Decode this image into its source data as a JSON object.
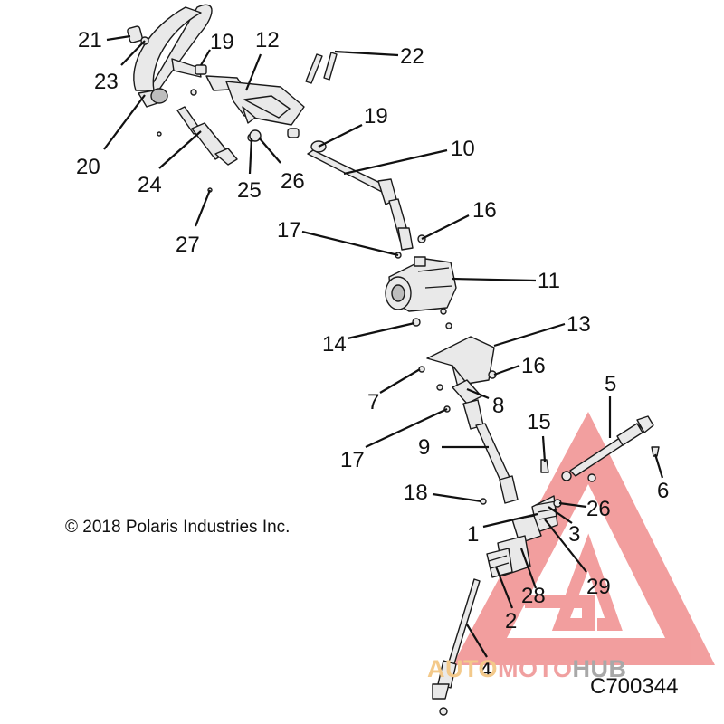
{
  "diagram": {
    "copyright": "© 2018 Polaris Industries Inc.",
    "code": "C700344",
    "callouts": [
      "21",
      "23",
      "19",
      "12",
      "22",
      "20",
      "24",
      "25",
      "26",
      "27",
      "19",
      "10",
      "16",
      "17",
      "11",
      "14",
      "13",
      "7",
      "16",
      "8",
      "17",
      "9",
      "15",
      "5",
      "6",
      "18",
      "26",
      "1",
      "3",
      "29",
      "28",
      "2",
      "4"
    ]
  },
  "watermark": {
    "part1": "AUTO",
    "part2": "MOTO",
    "part3": "HUB",
    "colors": {
      "auto": "#f3c98a",
      "moto": "#f0a0a0",
      "hub": "#a8a8a8",
      "triangle": "#f08e8e"
    }
  }
}
